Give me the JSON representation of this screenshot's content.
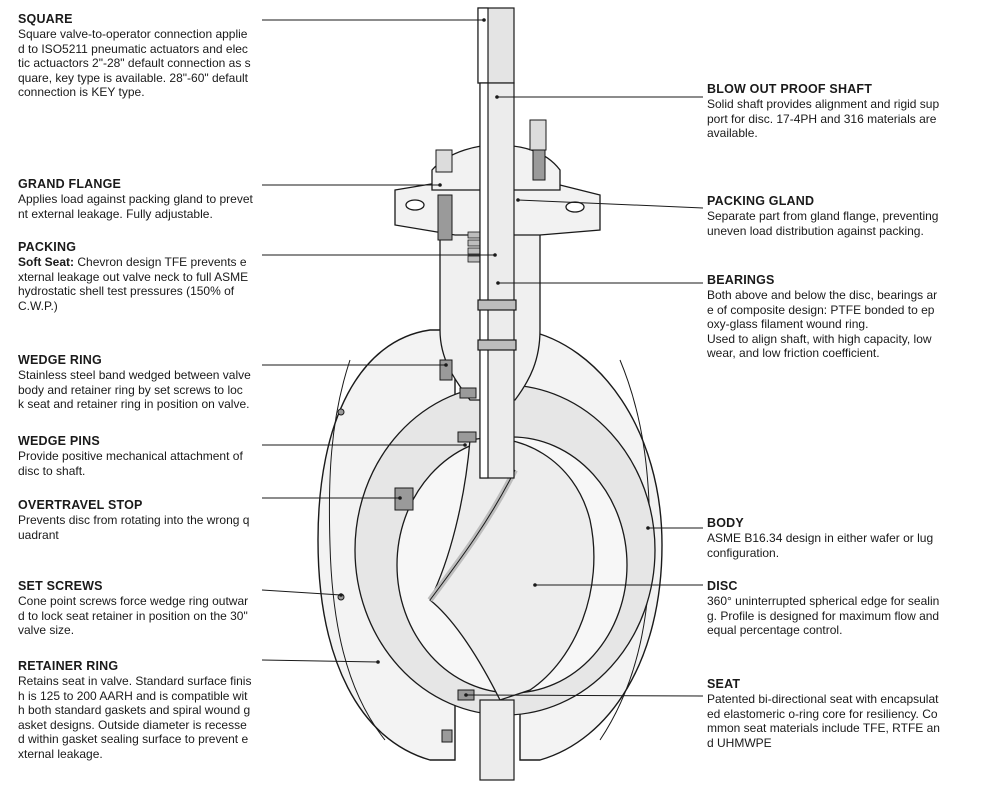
{
  "left_callouts": [
    {
      "title": "SQUARE",
      "lines": [
        "Square valve-to-operator connection applie",
        "d to ISO5211 pneumatic actuators and elec",
        "tic actuactors 2\"-28\" default connection as s",
        "quare, key type is available. 28\"-60\" default",
        "connection is KEY type."
      ]
    },
    {
      "title": "GRAND FLANGE",
      "lines": [
        "Applies load against packing gland to prevet",
        "nt external leakage. Fully adjustable."
      ]
    },
    {
      "title": "PACKING",
      "lead": "Soft Seat:",
      "lines": [
        " Chevron design TFE prevents e",
        "xternal leakage out valve neck to full ASME",
        " hydrostatic shell test pressures (150% of",
        "C.W.P.)"
      ]
    },
    {
      "title": "WEDGE RING",
      "lines": [
        "Stainless steel band wedged between valve",
        " body and retainer ring by set screws to loc",
        "k seat and retainer ring in position on valve."
      ]
    },
    {
      "title": "WEDGE PINS",
      "lines": [
        "Provide positive mechanical attachment of",
        "disc to shaft."
      ]
    },
    {
      "title": "OVERTRAVEL STOP",
      "lines": [
        "Prevents disc from rotating into the wrong q",
        "uadrant"
      ]
    },
    {
      "title": "SET SCREWS",
      "lines": [
        "Cone point screws force wedge ring outwar",
        "d to lock seat retainer in position on the 30\"",
        "valve size."
      ]
    },
    {
      "title": "RETAINER RING",
      "lines": [
        "Retains seat in valve. Standard surface finis",
        "h is 125 to 200 AARH and is compatible wit",
        "h both standard gaskets and spiral wound g",
        "asket designs. Outside diameter is recesse",
        "d within gasket sealing surface to prevent e",
        "xternal leakage."
      ]
    }
  ],
  "right_callouts": [
    {
      "title": "BLOW OUT PROOF SHAFT",
      "lines": [
        "Solid shaft provides alignment and rigid sup",
        "port for disc. 17-4PH and 316 materials are",
        "available."
      ]
    },
    {
      "title": "PACKING GLAND",
      "lines": [
        "Separate part from gland flange, preventing",
        " uneven load distribution against packing."
      ]
    },
    {
      "title": "BEARINGS",
      "lines": [
        "Both above and below the disc, bearings ar",
        "e of composite design: PTFE bonded to ep",
        "oxy-glass filament wound ring.",
        "Used to align shaft, with high capacity, low",
        "wear, and low friction coefficient."
      ]
    },
    {
      "title": "BODY",
      "lines": [
        "ASME B16.34 design in either wafer or lug",
        "configuration."
      ]
    },
    {
      "title": "DISC",
      "lines": [
        "360° uninterrupted spherical edge for sealin",
        "g. Profile is designed for maximum flow and",
        " equal percentage control."
      ]
    },
    {
      "title": "SEAT",
      "lines": [
        "Patented bi-directional seat with encapsulat",
        "ed elastomeric o-ring core for resiliency. Co",
        "mmon seat materials include TFE, RTFE an",
        "d UHMWPE"
      ]
    }
  ],
  "colors": {
    "line": "#1a1a1a",
    "metal": "#f2f2f2",
    "shade": "#cfcfcf",
    "dark": "#888888"
  }
}
